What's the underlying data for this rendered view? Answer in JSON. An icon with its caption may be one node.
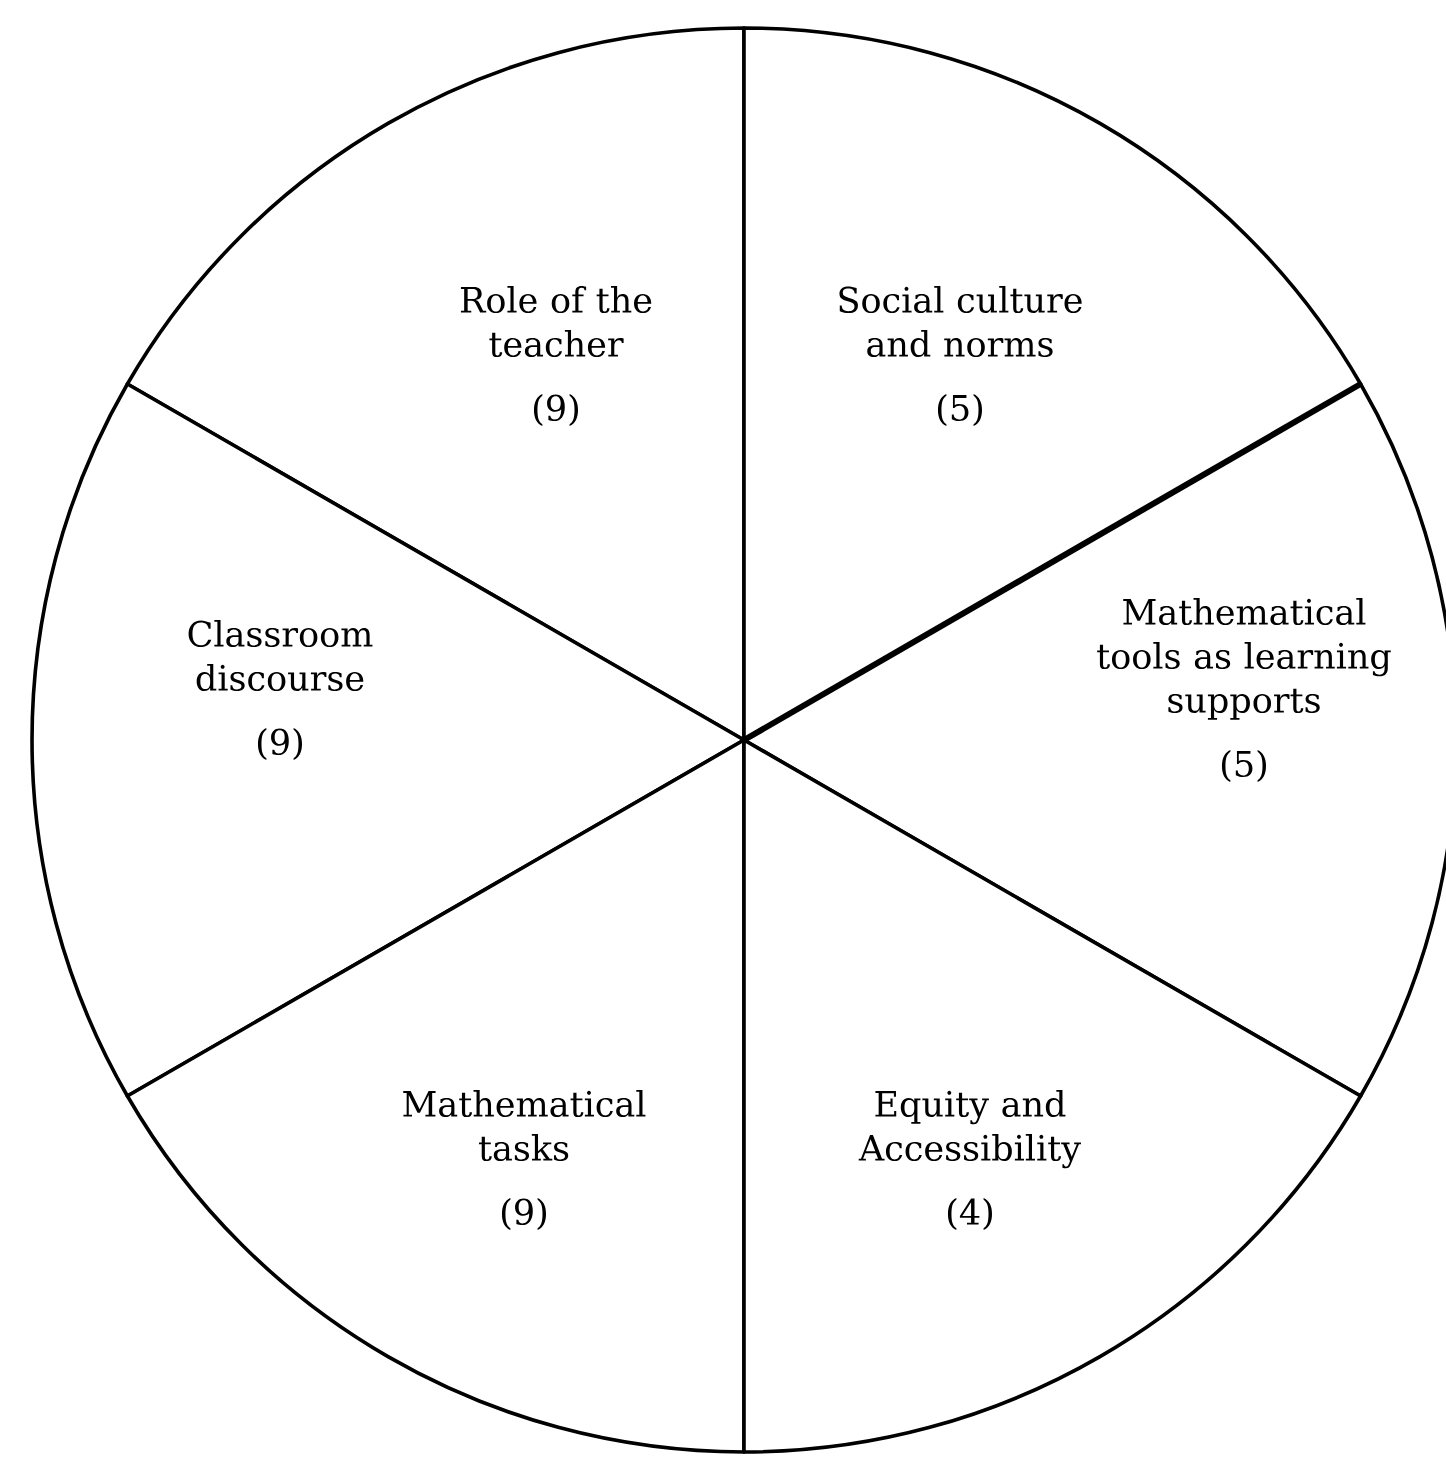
{
  "diagram": {
    "nodes": [
      {
        "text": [
          "Role of the teacher",
          "(9)"
        ]
      },
      {
        "text": [
          "Social culture and norms",
          "(5)"
        ]
      },
      {
        "text": [
          "Classroom discourse",
          "(9)"
        ]
      },
      {
        "text": [
          "Mathematical tools as learning supports",
          "(5)"
        ]
      },
      {
        "text": [
          "Mathematical tasks",
          "(9)"
        ]
      },
      {
        "text": [
          "Equity and Accessibility",
          "(4)"
        ]
      }
    ]
  }
}
